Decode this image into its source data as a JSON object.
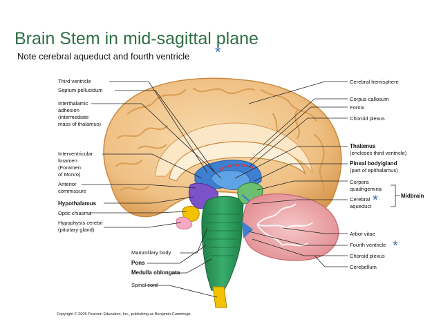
{
  "slide": {
    "title": "Brain Stem in mid-sagittal plane",
    "note": "Note cerebral aqueduct and fourth ventricle",
    "note_marker": "*"
  },
  "labels_left": [
    "Third ventricle",
    "Septum pellucidum",
    "Interthalamic",
    "adhesion",
    "(intermediate",
    "mass of thalamus)",
    "Interventricular",
    "foramen",
    "(Foramen",
    "of Monro)",
    "Anterior",
    "commissure",
    "Hypothalamus",
    "Optic chiasma",
    "Hypophysis cerebri",
    "(pituitary gland)",
    "Mammillary body",
    "Pons",
    "Medulla oblongata",
    "Spinal cord"
  ],
  "labels_right": [
    "Cerebral hemisphere",
    "Corpus callosum",
    "Fornix",
    "Choroid plexus",
    "Thalamus",
    "(encloses third ventricle)",
    "Pineal body/gland",
    "(part of epithalamus)",
    "Corpora",
    "quadrigemina",
    "Cerebral",
    "aqueduct",
    "Midbrain",
    "Arbor vitae",
    "Fourth ventricle",
    "Choroid plexus",
    "Cerebellum"
  ],
  "markers": {
    "aqueduct": "*",
    "fourth_ventricle": "*"
  },
  "copyright": "Copyright © 2005 Pearson Education, Inc., publishing as Benjamin Cummings.",
  "colors": {
    "title": "#2f6f45",
    "marker": "#3b6fa8",
    "cortex": "#f2c68e",
    "cortex_dark": "#d99a52",
    "ventricle": "#3f7fd0",
    "hypothalamus": "#7b52c7",
    "brainstem": "#2e9a5c",
    "cerebellum": "#f0a3a6",
    "pituitary": "#f2c200"
  }
}
